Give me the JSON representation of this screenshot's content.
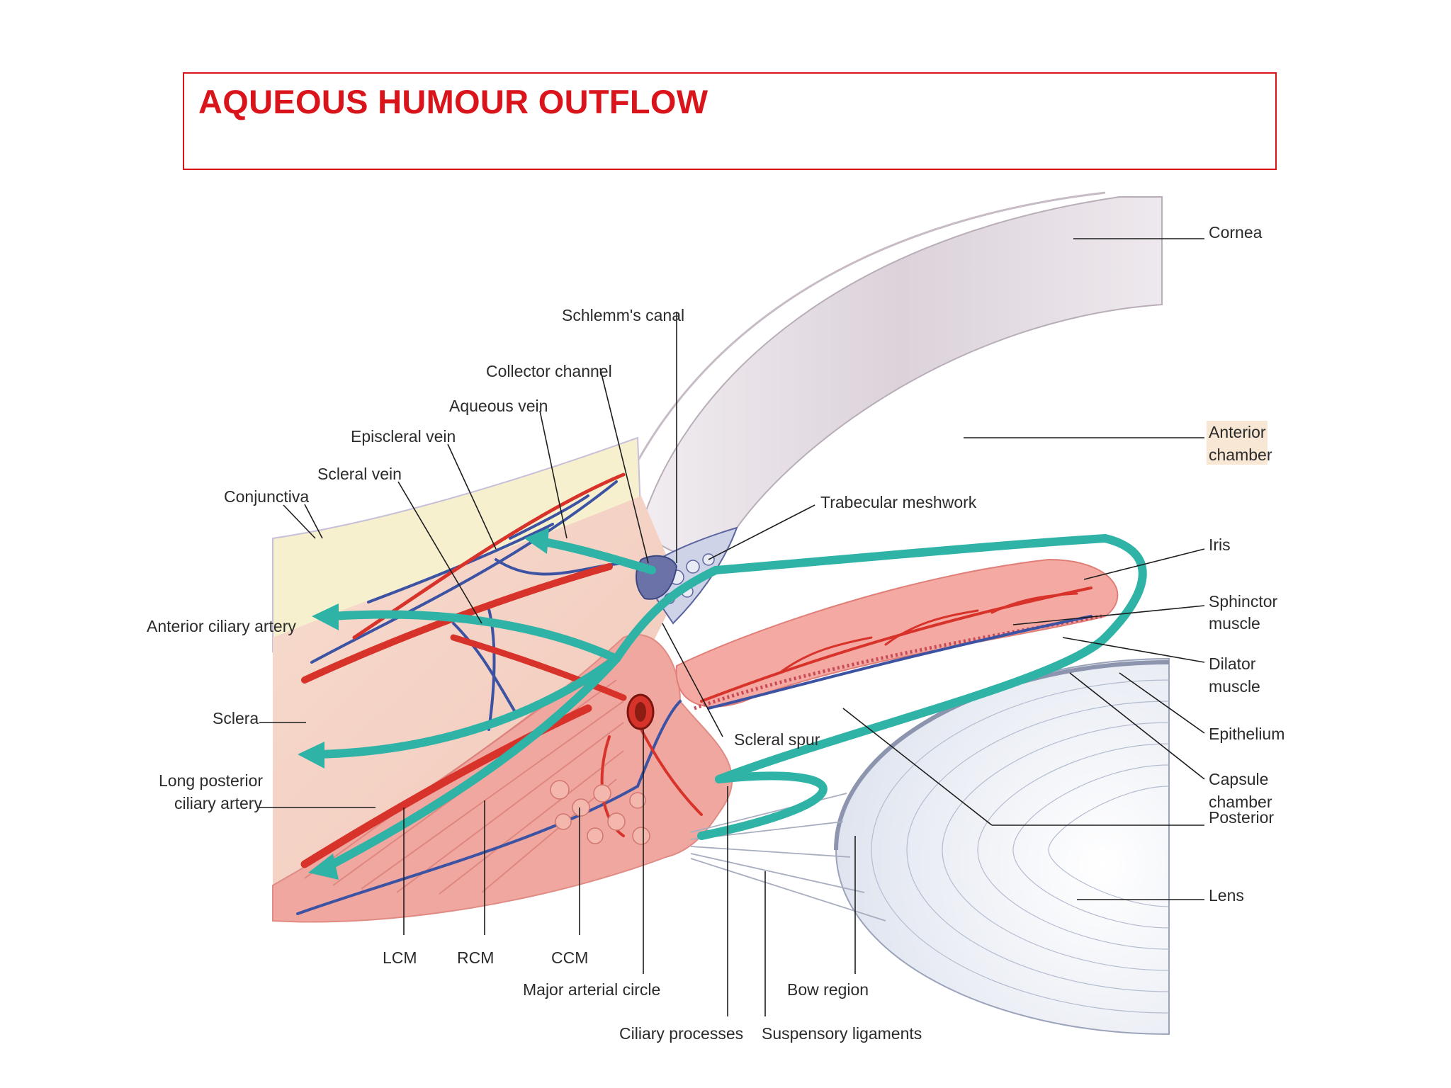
{
  "title": "AQUEOUS HUMOUR OUTFLOW",
  "labels": {
    "cornea": "Cornea",
    "anterior_chamber_1": "Anterior",
    "anterior_chamber_2": "chamber",
    "schlemms_canal": "Schlemm's canal",
    "collector_channel": "Collector channel",
    "aqueous_vein": "Aqueous vein",
    "episcleral_vein": "Episcleral vein",
    "scleral_vein": "Scleral vein",
    "conjunctiva": "Conjunctiva",
    "trabecular_meshwork": "Trabecular meshwork",
    "iris": "Iris",
    "sphincter_1": "Sphinctor",
    "sphincter_2": "muscle",
    "dilator_1": "Dilator",
    "dilator_2": "muscle",
    "epithelium": "Epithelium",
    "capsule": "Capsule",
    "posterior_1": "chamber",
    "posterior_2": "Posterior",
    "lens": "Lens",
    "anterior_ciliary_artery": "Anterior ciliary artery",
    "sclera": "Sclera",
    "long_posterior_1": "Long posterior",
    "long_posterior_2": "ciliary artery",
    "scleral_spur": "Scleral spur",
    "lcm": "LCM",
    "rcm": "RCM",
    "ccm": "CCM",
    "major_arterial_circle": "Major arterial circle",
    "bow_region": "Bow region",
    "ciliary_processes": "Ciliary processes",
    "suspensory_ligaments": "Suspensory ligaments"
  },
  "colors": {
    "title": "#d9141b",
    "outflow_arrow": "#2fb3a6",
    "artery": "#d8332a",
    "vein": "#3c52a3",
    "tissue": "#f3b3aa",
    "cornea": "#e6dfe4",
    "lens": "#cfd6e6"
  }
}
